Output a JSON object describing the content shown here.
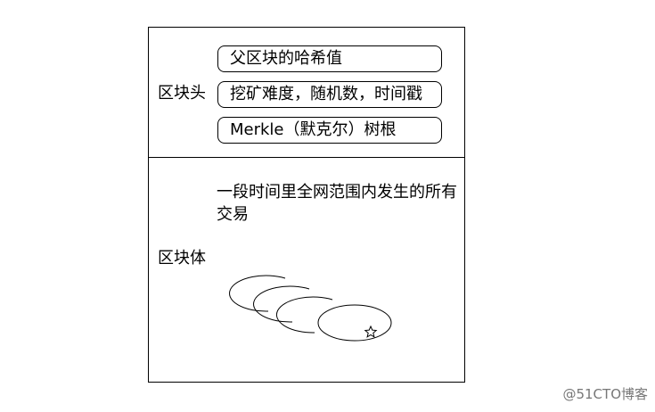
{
  "diagram": {
    "header": {
      "label": "区块头",
      "fields": [
        "父区块的哈希值",
        "挖矿难度，随机数，时间戳",
        "Merkle（默克尔）树根"
      ]
    },
    "body": {
      "label": "区块体",
      "description": "一段时间里全网范围内发生的所有交易",
      "star_icon": "star-icon"
    }
  },
  "watermark": "@51CTO博客"
}
